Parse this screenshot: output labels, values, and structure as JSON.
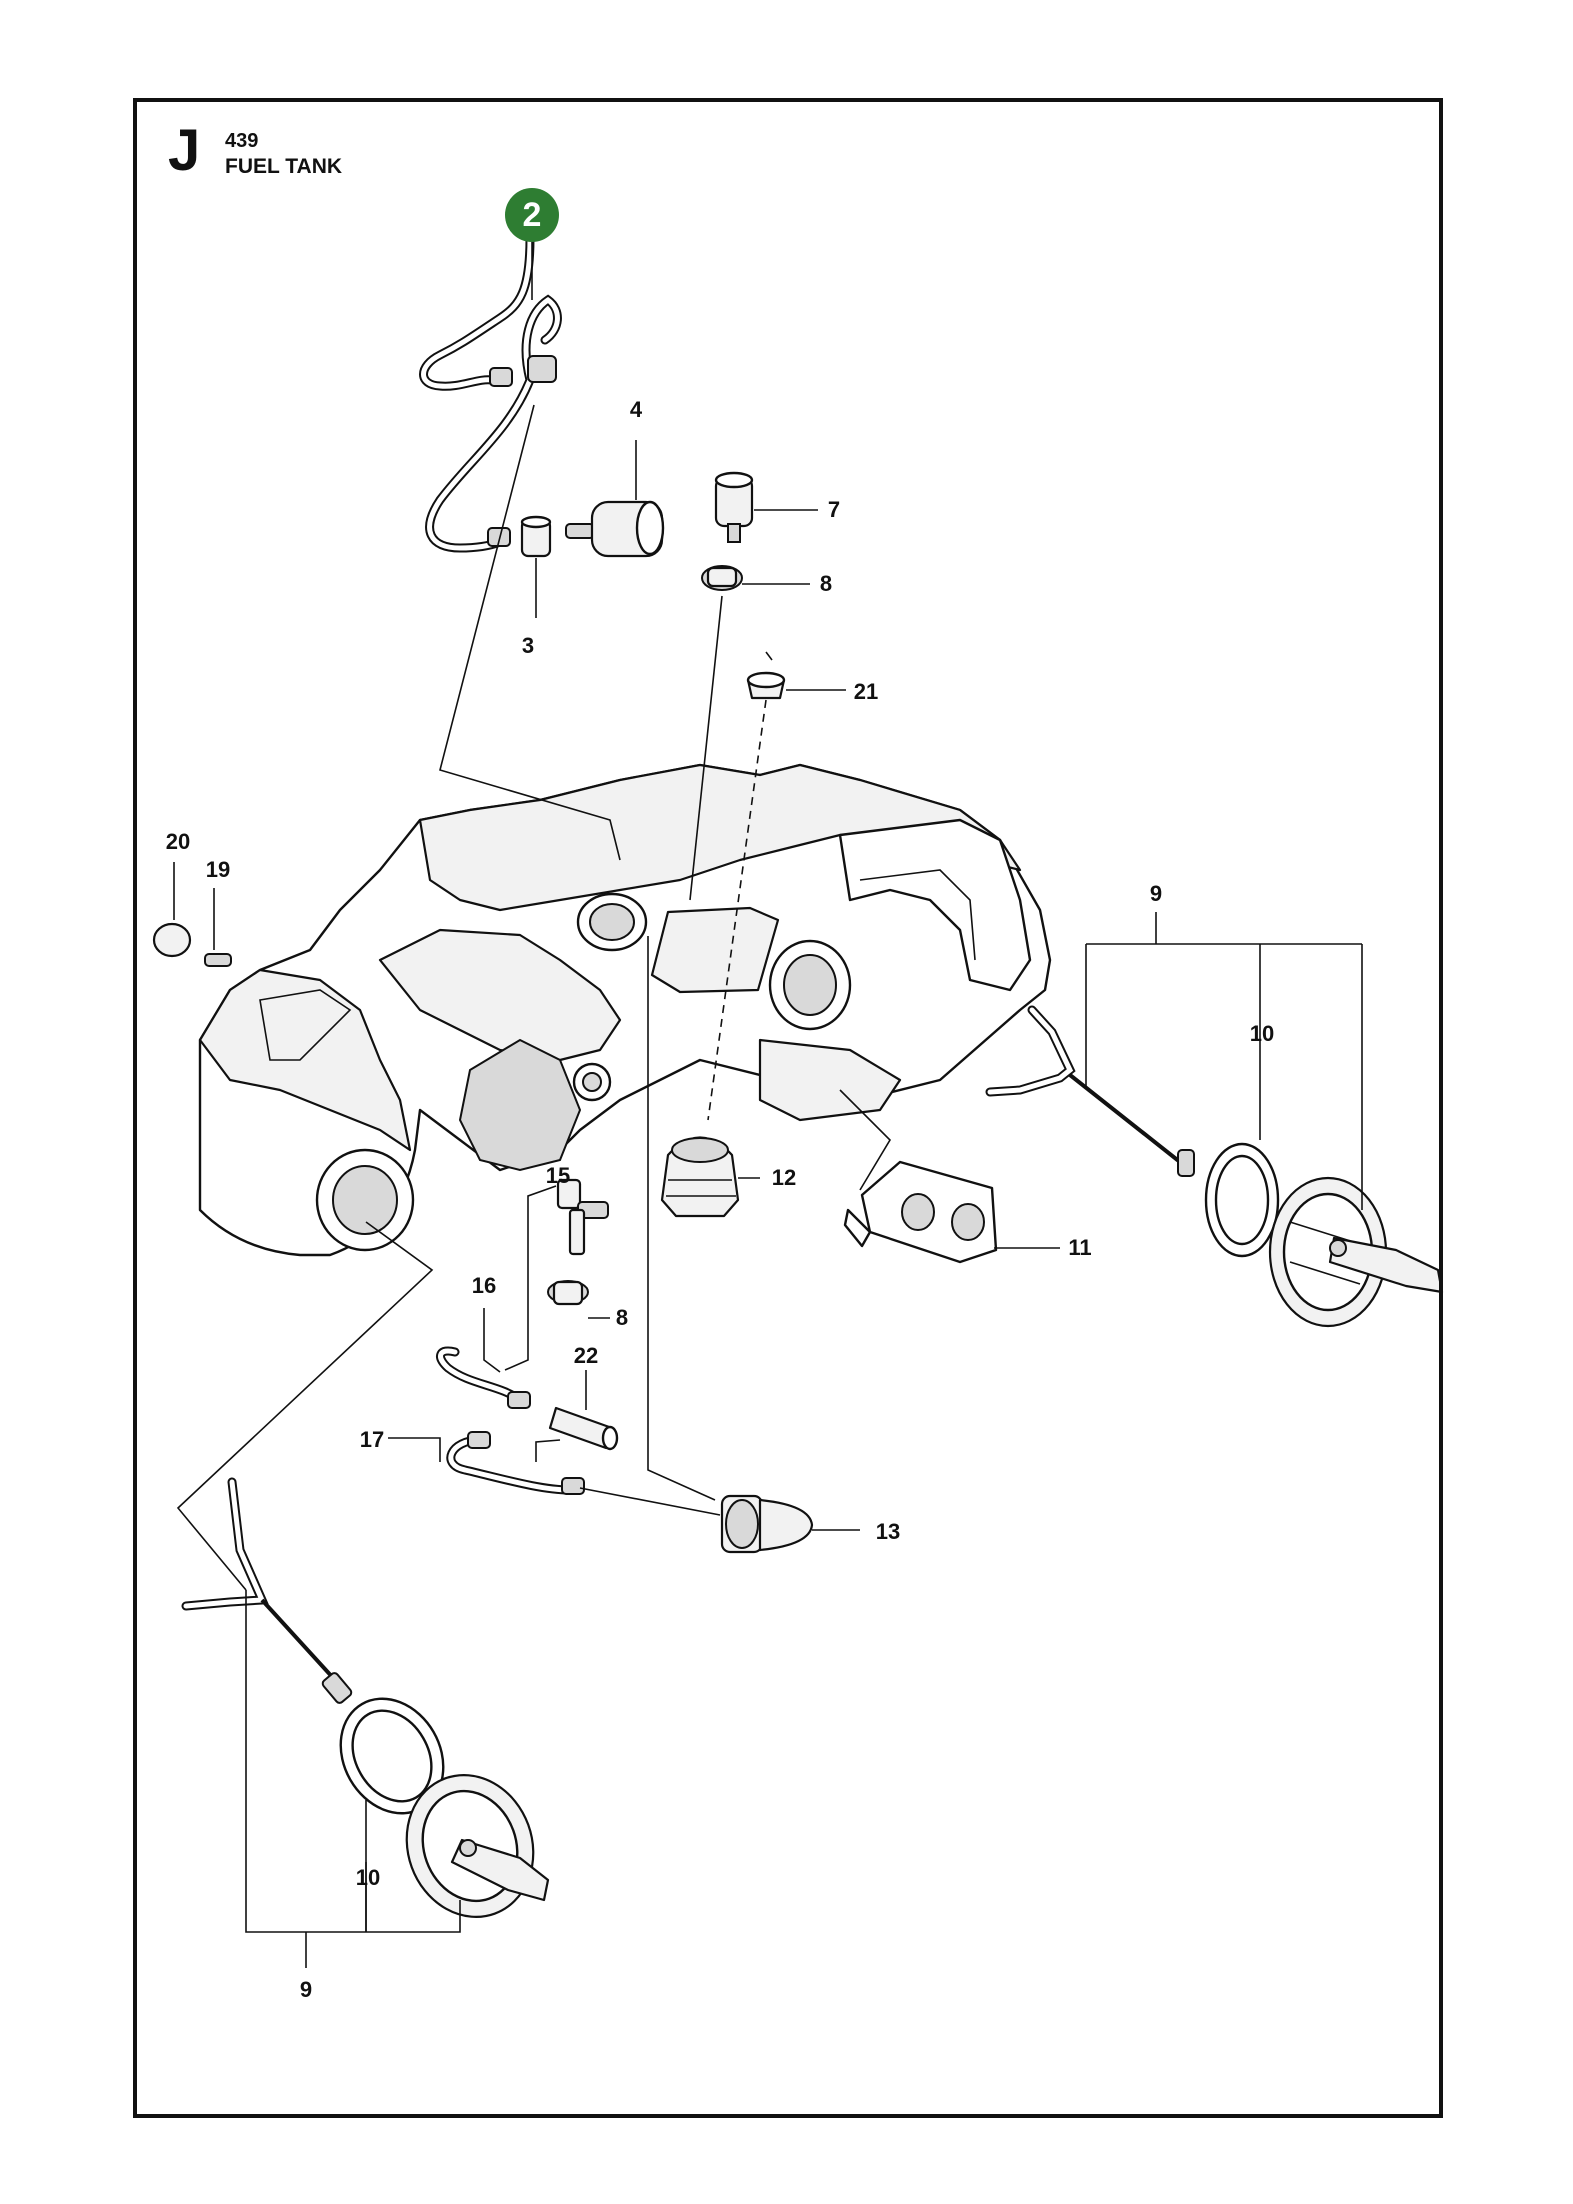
{
  "header": {
    "section_letter": "J",
    "model": "439",
    "title": "FUEL TANK"
  },
  "badge": {
    "label": "2",
    "color": "#2e7d32"
  },
  "callouts": [
    {
      "label": "4"
    },
    {
      "label": "7"
    },
    {
      "label": "8"
    },
    {
      "label": "3"
    },
    {
      "label": "21"
    },
    {
      "label": "20"
    },
    {
      "label": "19"
    },
    {
      "label": "9"
    },
    {
      "label": "10"
    },
    {
      "label": "12"
    },
    {
      "label": "11"
    },
    {
      "label": "15"
    },
    {
      "label": "16"
    },
    {
      "label": "8"
    },
    {
      "label": "22"
    },
    {
      "label": "17"
    },
    {
      "label": "13"
    },
    {
      "label": "10"
    },
    {
      "label": "9"
    }
  ]
}
